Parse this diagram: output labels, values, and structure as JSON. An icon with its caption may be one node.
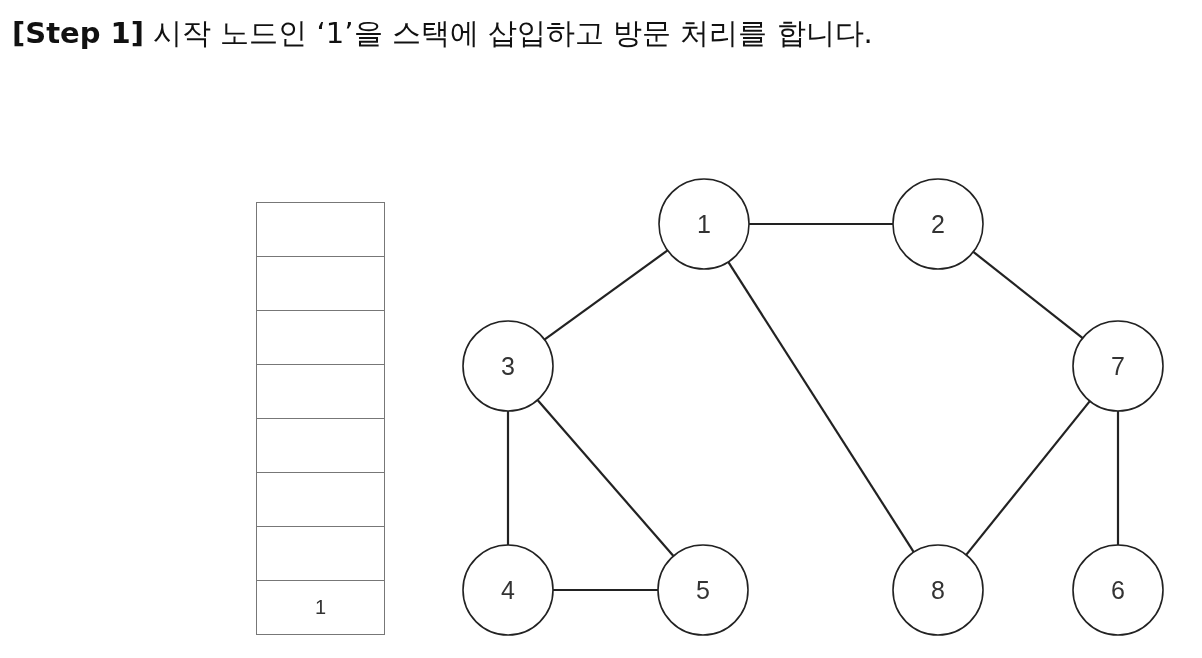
{
  "diagram": {
    "title": "**[Step 1]** 시작 노드인 ‘1’을 스택에 삽입하고 방문 처리를 합니다.",
    "nodes": [
      {
        "text": [],
        "shape": "box"
      },
      {
        "text": [],
        "shape": "box"
      },
      {
        "text": [],
        "shape": "box"
      },
      {
        "text": [],
        "shape": "box"
      },
      {
        "text": [],
        "shape": "box"
      },
      {
        "text": [],
        "shape": "box"
      },
      {
        "text": [],
        "shape": "box"
      },
      {
        "text": [
          "1"
        ]
      },
      {
        "text": [
          "1"
        ]
      },
      {
        "text": [
          "2"
        ]
      },
      {
        "text": [
          "3"
        ]
      },
      {
        "text": [
          "7"
        ]
      },
      {
        "text": [
          "4"
        ]
      },
      {
        "text": [
          "5"
        ]
      },
      {
        "text": [
          "8"
        ]
      },
      {
        "text": [
          "6"
        ]
      }
    ],
    "edges": [
      {
        "from": 8,
        "to": 9,
        "arrow": "none"
      },
      {
        "from": 8,
        "to": 10,
        "arrow": "none"
      },
      {
        "from": 8,
        "to": 14,
        "arrow": "none"
      },
      {
        "from": 9,
        "to": 11,
        "arrow": "none"
      },
      {
        "from": 10,
        "to": 12,
        "arrow": "none"
      },
      {
        "from": 10,
        "to": 13,
        "arrow": "none"
      },
      {
        "from": 12,
        "to": 13,
        "arrow": "none"
      },
      {
        "from": 11,
        "to": 14,
        "arrow": "none"
      },
      {
        "from": 11,
        "to": 15,
        "arrow": "none"
      }
    ]
  }
}
